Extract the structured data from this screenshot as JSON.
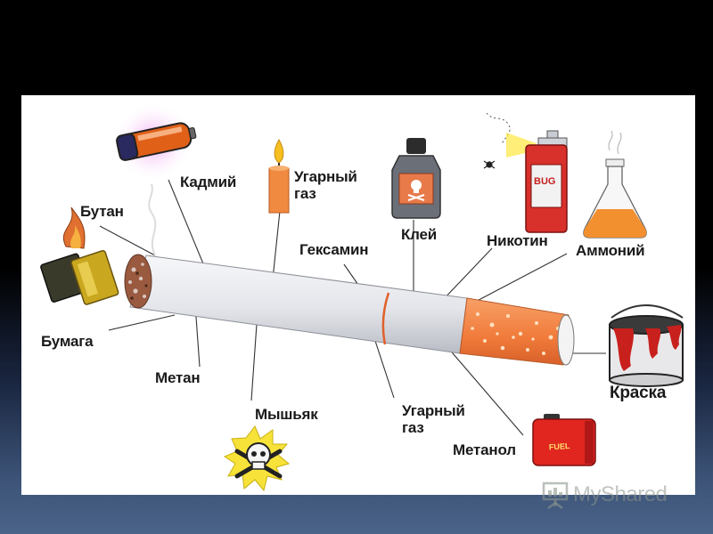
{
  "labels": {
    "cadmium": "Кадмий",
    "carbon_monoxide_top": "Угарный\nгаз",
    "glue": "Клей",
    "butane": "Бутан",
    "hexamine": "Гексамин",
    "nicotine": "Никотин",
    "ammonia": "Аммоний",
    "paper": "Бумага",
    "methane": "Метан",
    "arsenic": "Мышьяк",
    "carbon_monoxide_bottom": "Угарный\nгаз",
    "methanol": "Метанол",
    "paint": "Краска"
  },
  "objects": {
    "battery": "battery-icon",
    "candle": "candle-icon",
    "glue_bottle": "poison-bottle-icon",
    "bug_spray": "bug-spray-can-icon",
    "flask": "flask-icon",
    "lighter": "lighter-icon",
    "paint_can": "paint-can-icon",
    "skull": "skull-crossbones-icon",
    "fuel_can": "fuel-can-icon",
    "cigarette": "cigarette-icon"
  },
  "can_text": {
    "bug": "BUG",
    "fuel": "FUEL"
  },
  "watermark": "MyShared",
  "colors": {
    "filter": "#f07a3a",
    "paper": "#e6e8ec",
    "ash": "#9a5a40",
    "label": "#1a1a1a"
  }
}
